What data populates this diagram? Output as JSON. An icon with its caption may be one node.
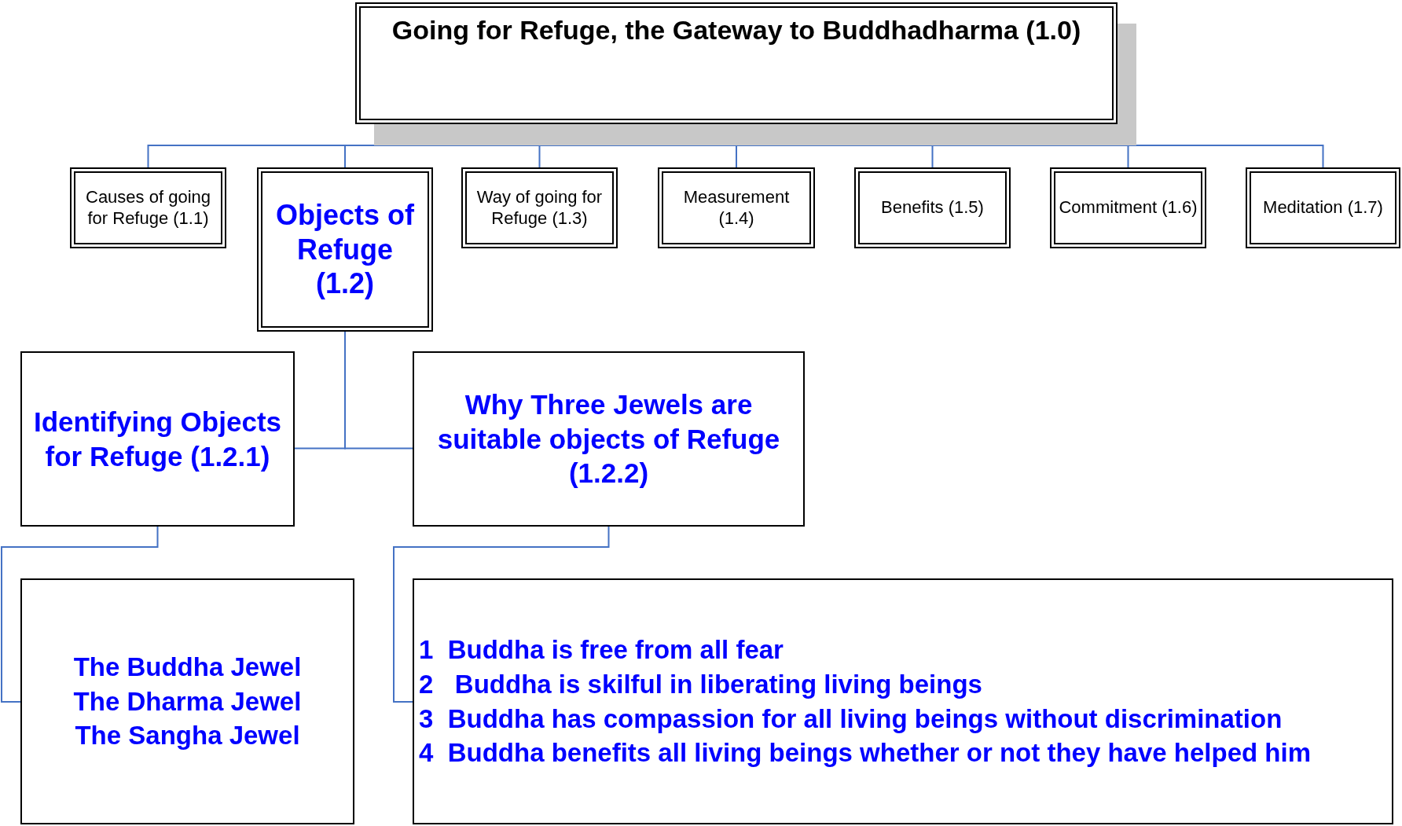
{
  "diagram": {
    "nodes": [
      {
        "text": [
          "Going for Refuge, the Gateway to Buddhadharma (1.0)"
        ]
      },
      {
        "text": [
          "Causes of going for Refuge (1.1)"
        ]
      },
      {
        "text": [
          "Objects of Refuge (1.2)"
        ]
      },
      {
        "text": [
          "Way of going for Refuge (1.3)"
        ]
      },
      {
        "text": [
          "Measurement (1.4)"
        ]
      },
      {
        "text": [
          "Benefits (1.5)"
        ]
      },
      {
        "text": [
          "Commitment (1.6)"
        ]
      },
      {
        "text": [
          "Meditation (1.7)"
        ]
      },
      {
        "text": [
          "Identifying Objects for Refuge (1.2.1)"
        ]
      },
      {
        "text": [
          "Why Three Jewels are suitable objects of Refuge (1.2.2)"
        ]
      },
      {
        "text": [
          "The Buddha Jewel",
          "The Dharma Jewel",
          "The Sangha Jewel"
        ]
      },
      {
        "text": [
          "1  Buddha is free from all fear",
          "2   Buddha is skilful in liberating living beings",
          "3  Buddha has compassion for all living beings without discrimination",
          "4  Buddha benefits all living beings whether or not they have helped him"
        ]
      }
    ],
    "edges": [
      {
        "from": 0,
        "to": 1,
        "arrow": "none"
      },
      {
        "from": 0,
        "to": 2,
        "arrow": "none"
      },
      {
        "from": 0,
        "to": 3,
        "arrow": "none"
      },
      {
        "from": 0,
        "to": 4,
        "arrow": "none"
      },
      {
        "from": 0,
        "to": 5,
        "arrow": "none"
      },
      {
        "from": 0,
        "to": 6,
        "arrow": "none"
      },
      {
        "from": 0,
        "to": 7,
        "arrow": "none"
      },
      {
        "from": 2,
        "to": 8,
        "arrow": "none"
      },
      {
        "from": 2,
        "to": 9,
        "arrow": "none"
      },
      {
        "from": 8,
        "to": 10,
        "arrow": "none"
      },
      {
        "from": 9,
        "to": 11,
        "arrow": "none"
      }
    ]
  }
}
